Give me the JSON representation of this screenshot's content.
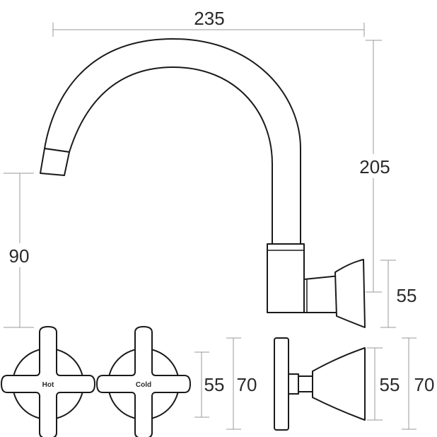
{
  "dimensions": {
    "spout_reach": "235",
    "spout_height": "205",
    "outlet_height": "90",
    "body_height": "55",
    "handle_inner_left": "55",
    "handle_outer_left": "70",
    "handle_inner_right": "55",
    "handle_outer_right": "70"
  },
  "handles": {
    "hot_label": "Hot",
    "cold_label": "Cold"
  },
  "colors": {
    "outline": "#1a1a1a",
    "dimension_line": "#9a9a9a",
    "text": "#2a2a2a"
  }
}
